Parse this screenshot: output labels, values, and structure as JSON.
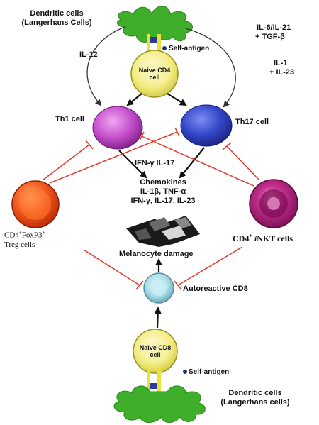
{
  "top_dc": {
    "line1": "Dendritic cells",
    "line2": "(Langerhans Cells)"
  },
  "bottom_dc": {
    "line1": "Dendritic cells",
    "line2": "(Langerhans cells)"
  },
  "cytokines": {
    "il12": "IL-12",
    "il6_il21": "IL-6/IL-21",
    "tgfb": "+ TGF-β",
    "il1": "IL-1",
    "il23": "+ IL-23",
    "ifn_il17": "IFN-γ IL-17"
  },
  "self_antigen_top": "Self-antigen",
  "self_antigen_bottom": "Self-antigen",
  "naive_cd4": {
    "line1": "Naive CD4",
    "line2": "cell"
  },
  "naive_cd8": {
    "line1": "Naive CD8",
    "line2": "cell"
  },
  "th1": "Th1 cell",
  "th17": "Th17 cell",
  "chemokines": {
    "line1": "Chemokines",
    "line2": "IL-1β, TNF-α",
    "line3": "IFN-γ, IL-17, IL-23"
  },
  "treg": {
    "prefix": "CD4",
    "sup1": "+",
    "mid": "FoxP3",
    "sup2": "+",
    "line2": "Treg cells"
  },
  "inkt": {
    "prefix": "CD4",
    "sup": "+",
    "italic": "i",
    "rest": "NKT cells"
  },
  "melanocyte": "Melanocyte damage",
  "cd8": "Autoreactive CD8",
  "colors": {
    "dc_green": "#3fae2a",
    "naive_yellow": "#f2ee80",
    "th1_magenta": "#b43cbc",
    "th17_blue": "#3040c0",
    "treg_orange": "#f04818",
    "inkt_purple": "#a0106c",
    "cd8_cyan": "#9fd6e0",
    "inhibit_red": "#e43a2c"
  }
}
